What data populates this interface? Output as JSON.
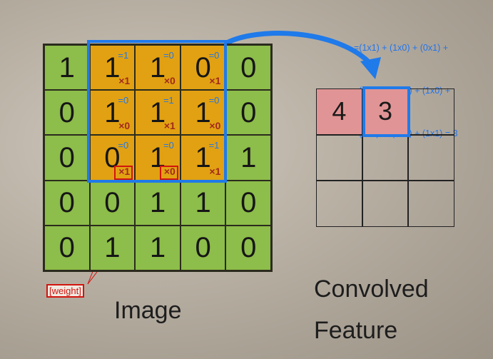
{
  "image_matrix": [
    [
      "1",
      "1",
      "1",
      "0",
      "0"
    ],
    [
      "0",
      "1",
      "1",
      "1",
      "0"
    ],
    [
      "0",
      "0",
      "1",
      "1",
      "1"
    ],
    [
      "0",
      "0",
      "1",
      "1",
      "0"
    ],
    [
      "0",
      "1",
      "1",
      "0",
      "0"
    ]
  ],
  "kernel_weights": [
    [
      "×1",
      "×0",
      "×1"
    ],
    [
      "×0",
      "×1",
      "×0"
    ],
    [
      "×1",
      "×0",
      "×1"
    ]
  ],
  "products": [
    [
      "=1",
      "=0",
      "=0"
    ],
    [
      "=0",
      "=1",
      "=0"
    ],
    [
      "=0",
      "=0",
      "=1"
    ]
  ],
  "weight_label": "[weight]",
  "convolved_values": [
    "4",
    "3",
    "",
    "",
    "",
    "",
    "",
    "",
    ""
  ],
  "formula_lines": [
    "=(1x1) + (1x0) + (0x1) +",
    "  (1x)   +  (1x1) + (1x0) +",
    "  (0x1) +  (1x0) + (1x1) = 3"
  ],
  "labels": {
    "image": "Image",
    "convolved_line1": "Convolved",
    "convolved_line2": "Feature"
  },
  "colors": {
    "green_cell": "#8dbd4a",
    "orange_cell": "#e2a112",
    "accent_blue": "#1f7aea",
    "highlight_red": "#d2140e",
    "output_pink": "#e19495"
  }
}
